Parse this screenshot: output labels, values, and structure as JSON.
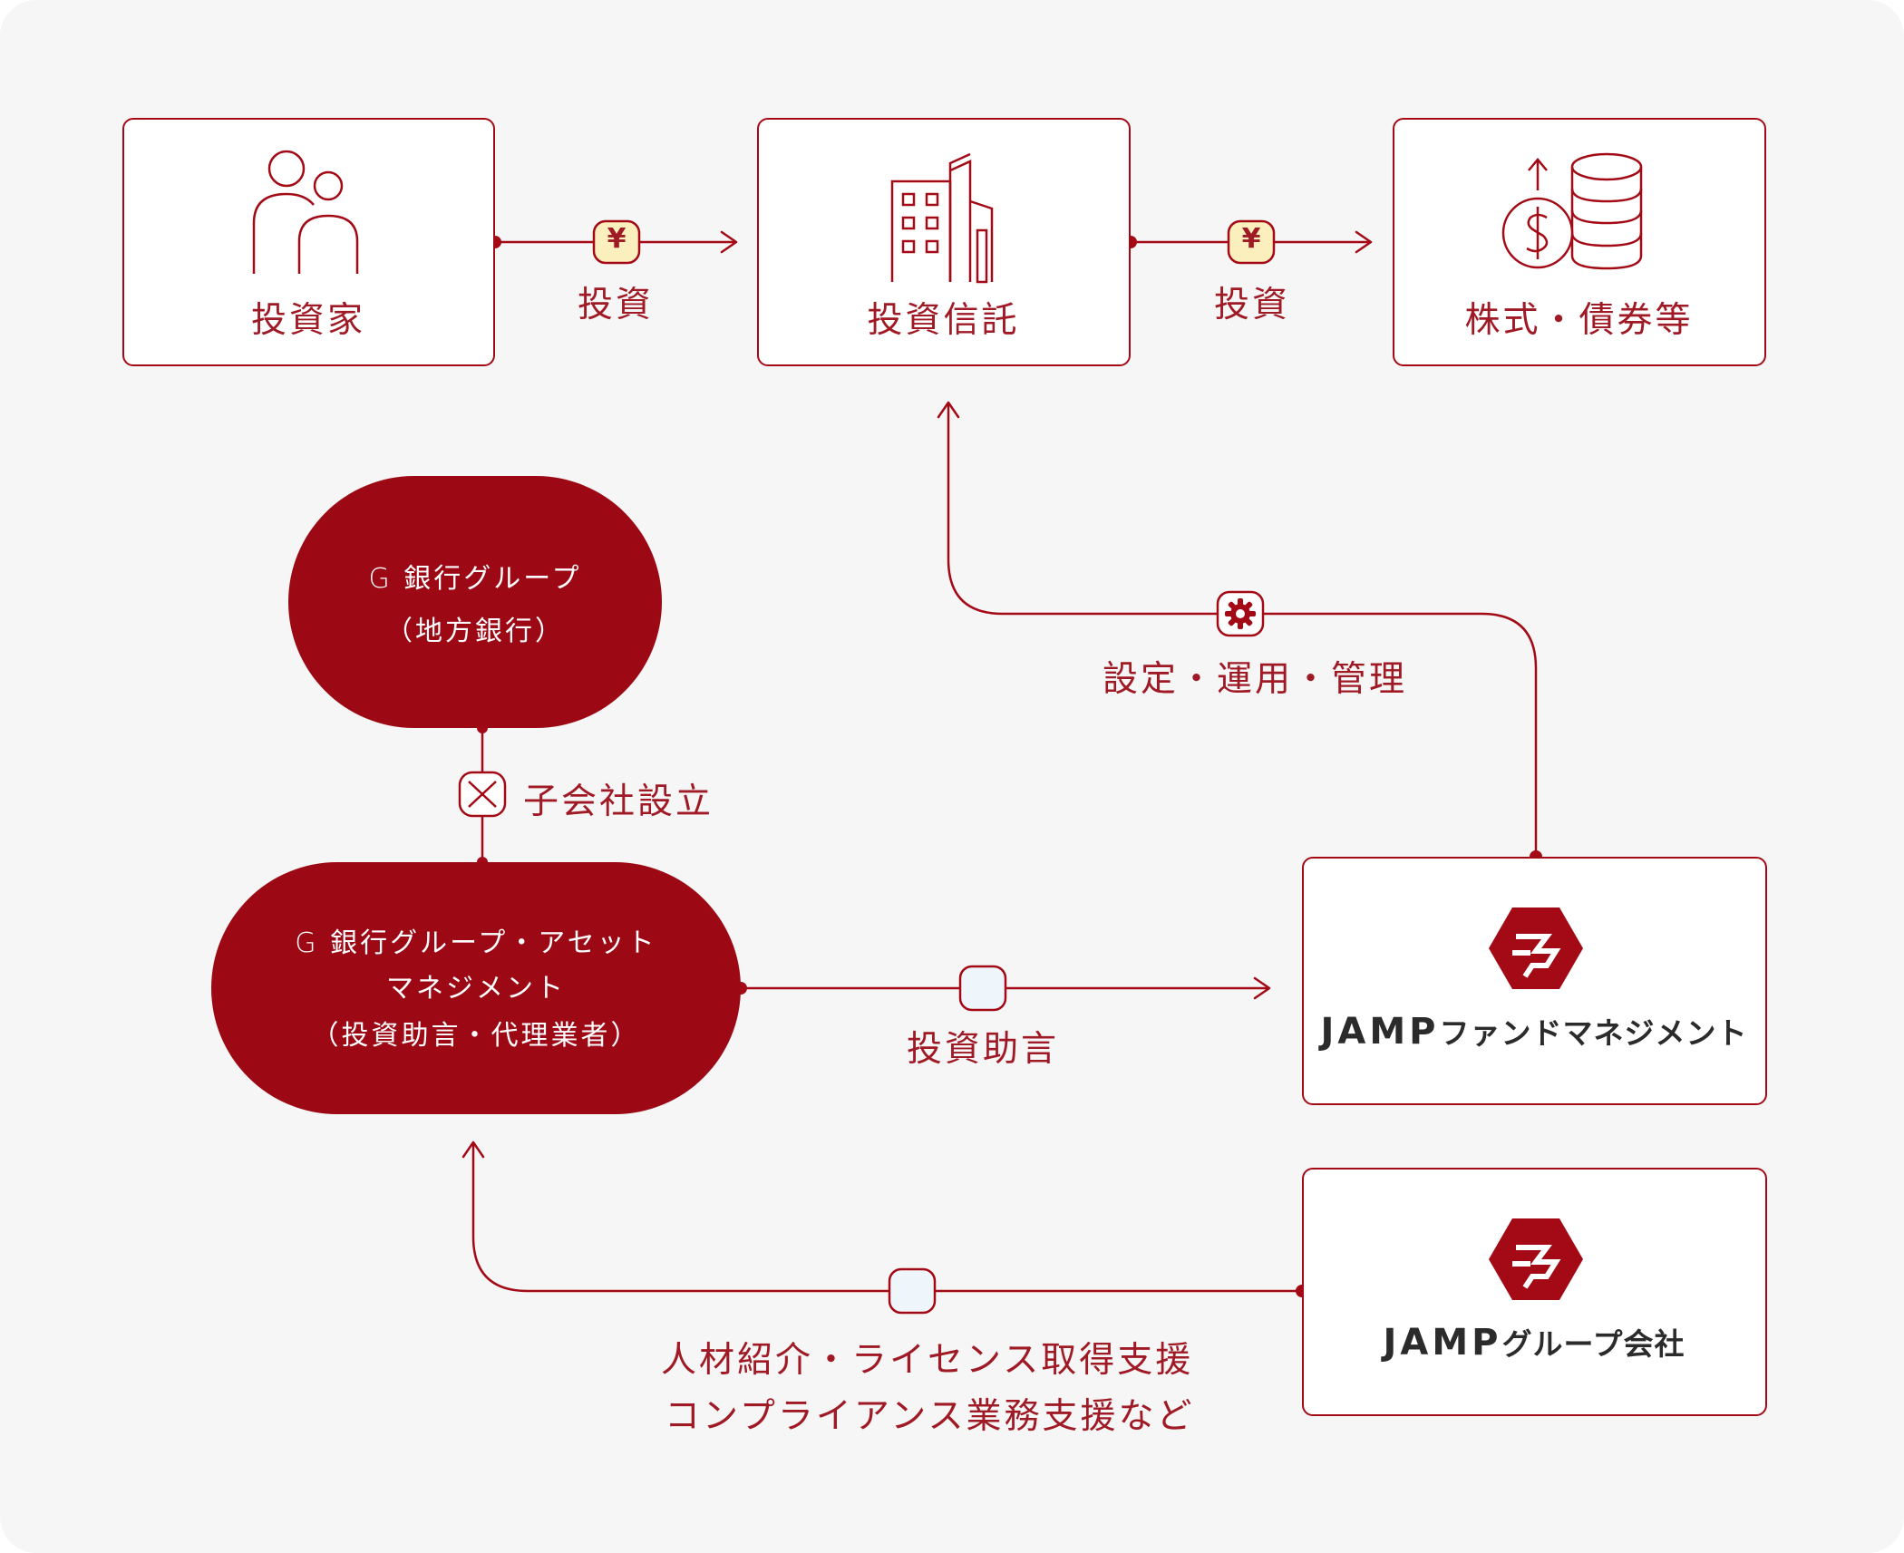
{
  "colors": {
    "accent": "#9c0814",
    "line": "#a30a16",
    "text": "#a01a25",
    "yen_bg": "#fbf0bd",
    "badge_bg": "#eef6fb",
    "background": "#f6f6f6"
  },
  "nodes": {
    "investor": {
      "label": "投資家",
      "icon": "people-icon"
    },
    "trust": {
      "label": "投資信託",
      "icon": "building-icon"
    },
    "securities": {
      "label": "株式・債券等",
      "icon": "coins-dollar-icon"
    },
    "bank_group": {
      "line1": "G 銀行グループ",
      "line2": "（地方銀行）"
    },
    "asset_mgmt": {
      "line1": "G 銀行グループ・アセット",
      "line2": "マネジメント",
      "line3": "（投資助言・代理業者）"
    },
    "jamp_fund": {
      "brand_latin": "JAMP",
      "brand_kana": "ファンドマネジメント",
      "icon": "jamp-hexagon-logo"
    },
    "jamp_group": {
      "brand_latin": "JAMP",
      "brand_kana": "グループ会社",
      "icon": "jamp-hexagon-logo"
    }
  },
  "edges": {
    "investor_to_trust": {
      "label": "投資",
      "badge": "¥"
    },
    "trust_to_securities": {
      "label": "投資",
      "badge": "¥"
    },
    "fund_to_trust": {
      "label": "設定・運用・管理",
      "badge_icon": "gear-icon"
    },
    "bank_to_asset": {
      "label": "子会社設立",
      "badge_icon": "cross-circle-icon"
    },
    "asset_to_fund": {
      "label": "投資助言"
    },
    "group_to_asset": {
      "line1": "人材紹介・ライセンス取得支援",
      "line2": "コンプライアンス業務支援など"
    }
  }
}
